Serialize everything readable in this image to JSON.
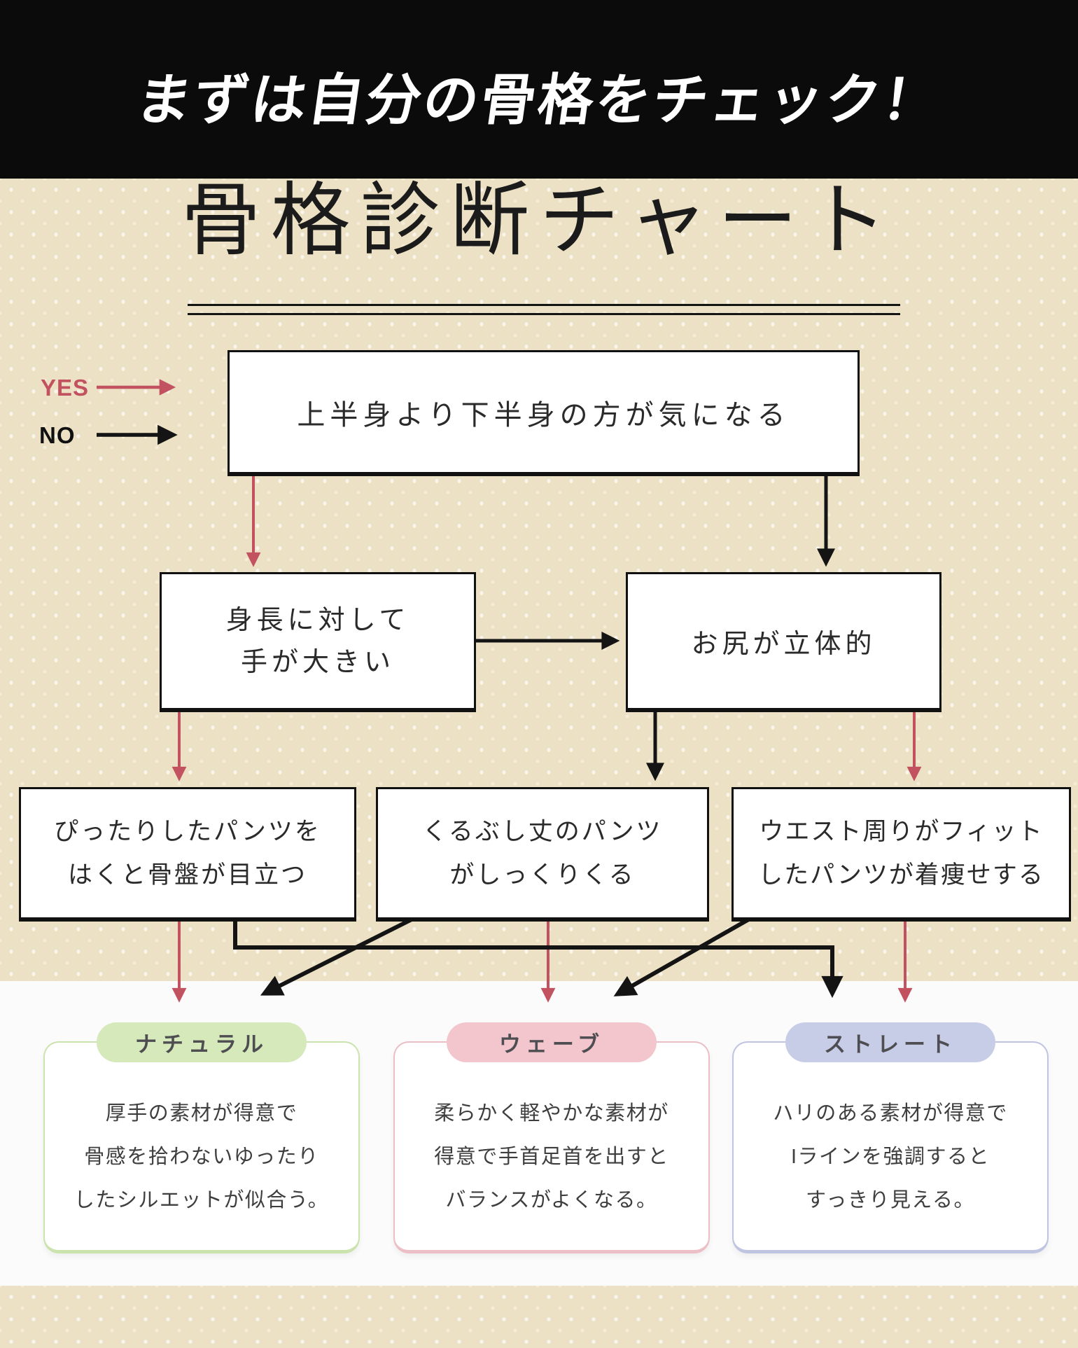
{
  "header": {
    "title": "まずは自分の骨格をチェック！"
  },
  "chart": {
    "title": "骨格診断チャート",
    "legend": {
      "yes": "YES",
      "no": "NO"
    },
    "nodes": {
      "q1": "上半身より下半身の方が気になる",
      "q2_l1": "身長に対して",
      "q2_l2": "手が大きい",
      "q3": "お尻が立体的",
      "b1_l1": "ぴったりしたパンツを",
      "b1_l2": "はくと骨盤が目立つ",
      "b2_l1": "くるぶし丈のパンツ",
      "b2_l2": "がしっくりくる",
      "b3_l1": "ウエスト周りがフィット",
      "b3_l2": "したパンツが着痩せする"
    },
    "results": [
      {
        "label": "ナチュラル",
        "accent": "#d5e9ba",
        "lines": [
          "厚手の素材が得意で",
          "骨感を拾わないゆったり",
          "したシルエットが似合う。"
        ]
      },
      {
        "label": "ウェーブ",
        "accent": "#f2c6cc",
        "lines": [
          "柔らかく軽やかな素材が",
          "得意で手首足首を出すと",
          "バランスがよくなる。"
        ]
      },
      {
        "label": "ストレート",
        "accent": "#c7cce7",
        "lines": [
          "ハリのある素材が得意で",
          "Iラインを強調すると",
          "すっきり見える。"
        ]
      }
    ],
    "colors": {
      "yes_arrow": "#c2525f",
      "no_arrow": "#141414",
      "header_band": "#0b0b0b",
      "beige_band": "#ece1c4",
      "white_band": "#fbfbfc"
    }
  }
}
